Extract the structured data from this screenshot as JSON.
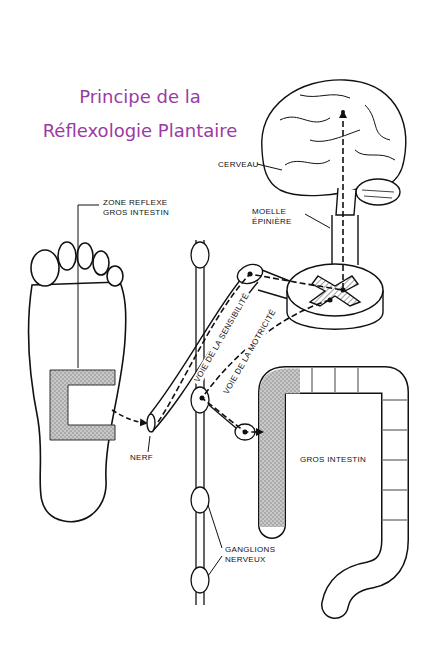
{
  "diagram": {
    "title": "Principe de la Réflexologie Plantaire",
    "labels": [
      "ZONE REFLEXE GROS INTESTIN",
      "CERVEAU",
      "MOELLE ÉPINIÈRE",
      "VOIE DE LA SENSIBILITÉ",
      "VOIE DE LA MOTRICITÉ",
      "NERF",
      "GROS INTESTIN",
      "GANGLIONS NERVEUX"
    ]
  }
}
